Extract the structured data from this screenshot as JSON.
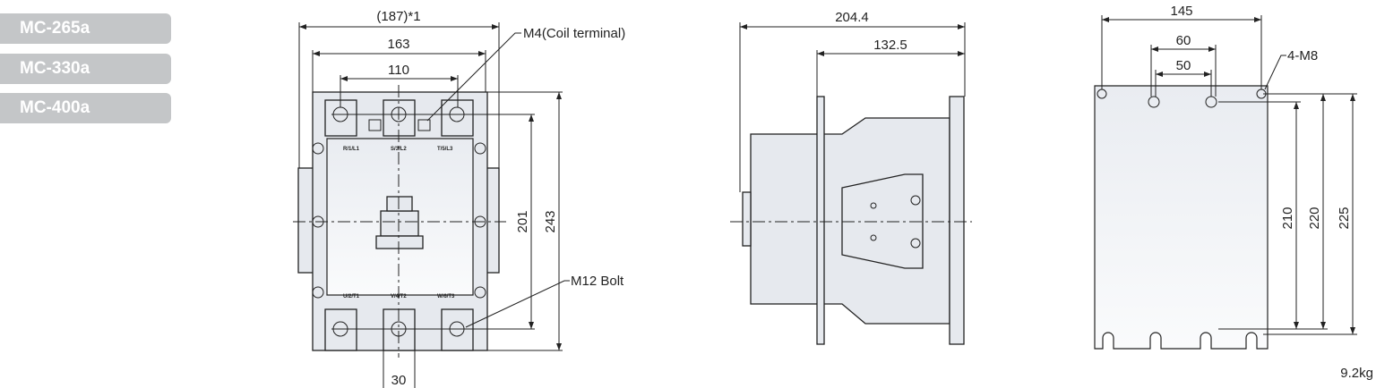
{
  "models": [
    {
      "label": "MC-265a"
    },
    {
      "label": "MC-330a"
    },
    {
      "label": "MC-400a"
    }
  ],
  "front_view": {
    "dims": {
      "overall_width": "(187)*1",
      "body_width": "163",
      "terminal_pitch": "110",
      "terminal_height_span": "201",
      "overall_height": "243",
      "bottom_width": "30"
    },
    "callouts": {
      "coil_terminal": "M4(Coil terminal)",
      "main_bolt": "M12 Bolt"
    },
    "terminal_labels": {
      "top": [
        "R/1/L1",
        "S/3/L2",
        "T/5/L3"
      ],
      "bottom": [
        "U/2/T1",
        "V/4/T2",
        "W/6/T3"
      ]
    }
  },
  "side_view": {
    "dims": {
      "overall_depth": "204.4",
      "mount_depth": "132.5"
    }
  },
  "mount_view": {
    "dims": {
      "width": "145",
      "hole_pitch_outer": "60",
      "hole_pitch_inner": "50",
      "height_210": "210",
      "height_220": "220",
      "height_225": "225"
    },
    "callouts": {
      "holes": "4-M8"
    }
  },
  "weight": "9.2kg"
}
